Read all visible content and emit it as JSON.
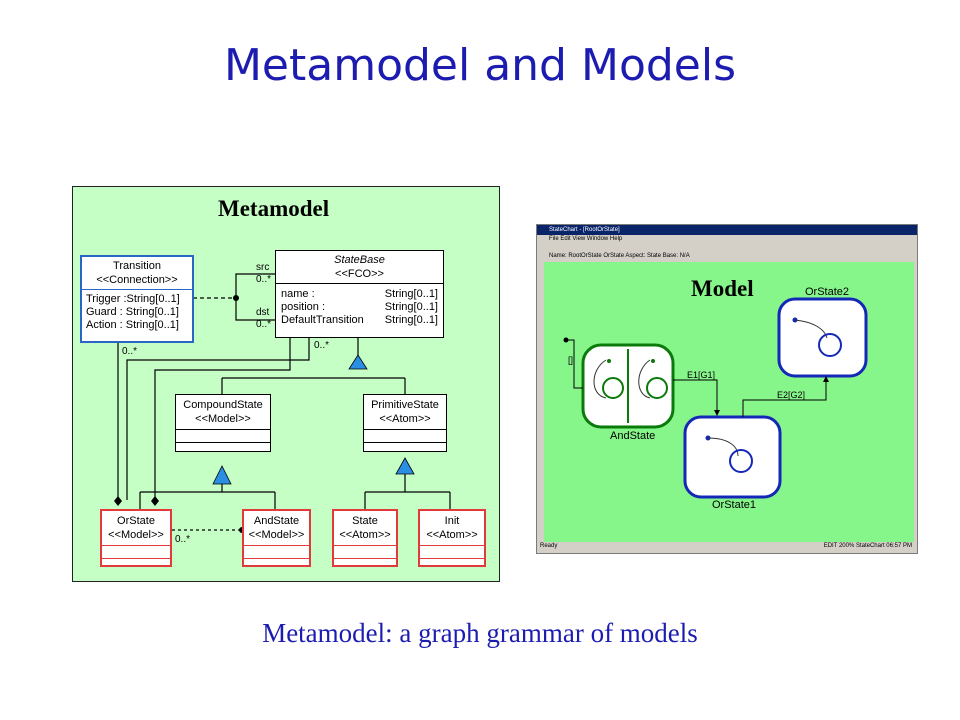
{
  "title": "Metamodel and Models",
  "caption": "Metamodel: a graph grammar of models",
  "metamodel": {
    "label": "Metamodel",
    "transition": {
      "name": "Transition",
      "stereotype": "<<Connection>>",
      "attrs": [
        {
          "n": "Trigger :String[0..1]"
        },
        {
          "n": "Guard : String[0..1]"
        },
        {
          "n": "Action : String[0..1]"
        }
      ]
    },
    "statebase": {
      "name": "StateBase",
      "stereotype": "<<FCO>>",
      "attrs": [
        {
          "n": "name :",
          "t": "String[0..1]"
        },
        {
          "n": "position :",
          "t": "String[0..1]"
        },
        {
          "n": "DefaultTransition",
          "t": "String[0..1]"
        }
      ]
    },
    "compound": {
      "name": "CompoundState",
      "stereotype": "<<Model>>"
    },
    "primitive": {
      "name": "PrimitiveState",
      "stereotype": "<<Atom>>"
    },
    "orstate": {
      "name": "OrState",
      "stereotype": "<<Model>>"
    },
    "andstate": {
      "name": "AndState",
      "stereotype": "<<Model>>"
    },
    "state": {
      "name": "State",
      "stereotype": "<<Atom>>"
    },
    "init": {
      "name": "Init",
      "stereotype": "<<Atom>>"
    },
    "labels": {
      "src": "src",
      "dst": "dst",
      "m1": "0..*",
      "m2": "0..*",
      "m3": "0..*",
      "m4": "0..*",
      "m5": "0..*"
    }
  },
  "model": {
    "label": "Model",
    "window_title": "StateChart - [RootOrState]",
    "menu": "File  Edit  View  Window  Help",
    "attr_bar": "Name: RootOrState   OrState   Aspect: State   Base: N/A",
    "status_left": "Ready",
    "status_right": "EDIT  200%  StateChart  06:57 PM",
    "states": {
      "and": "AndState",
      "or1": "OrState1",
      "or2": "OrState2"
    },
    "edges": {
      "e1": "E1[G1]",
      "e2": "E2[G2]",
      "init": "[]"
    },
    "colors": {
      "canvas": "#86f58a",
      "state_border": "#1428b8",
      "and_border": "#0a7a0a"
    }
  }
}
